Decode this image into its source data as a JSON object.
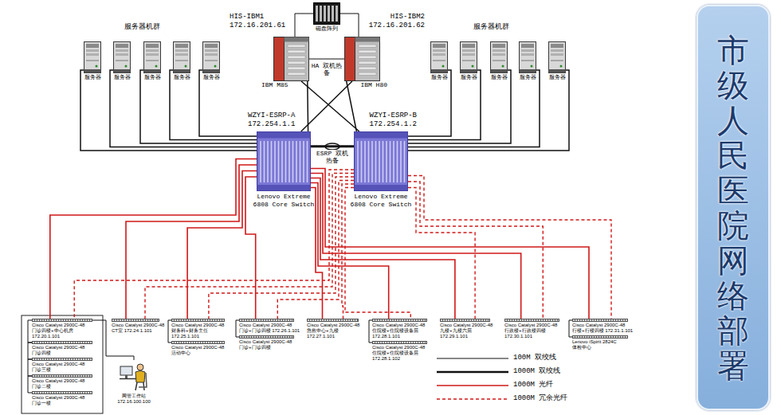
{
  "diagram": {
    "title": "市级人民医院网络部署",
    "nodes": [
      {
        "text": [
          "HIS-IBM1 172.16.201.61",
          "IBM M85"
        ]
      },
      {
        "text": [
          "磁盘阵列"
        ]
      },
      {
        "text": [
          "HIS-IBM2 172.16.201.62",
          "IBM H80"
        ]
      },
      {
        "text": [
          "服务器"
        ]
      },
      {
        "text": [
          "服务器"
        ]
      },
      {
        "text": [
          "服务器"
        ]
      },
      {
        "text": [
          "服务器"
        ]
      },
      {
        "text": [
          "服务器"
        ]
      },
      {
        "text": [
          "服务器"
        ]
      },
      {
        "text": [
          "服务器"
        ]
      },
      {
        "text": [
          "服务器"
        ]
      },
      {
        "text": [
          "服务器"
        ]
      },
      {
        "text": [
          "服务器"
        ]
      },
      {
        "text": [
          "WZYI-ESRP-A 172.254.1.1",
          "Lenovo Extreme 6808 Core Switch"
        ]
      },
      {
        "text": [
          "WZYI-ESRP-B 172.254.1.2",
          "Lenovo Extreme 6808 Core Switch"
        ]
      },
      {
        "text": [
          "Cisco Catalyst 2900C-48",
          "门诊四楼+中心机房 172.20.1.101"
        ]
      },
      {
        "text": [
          "Cisco Catalyst 2900C-48",
          "门诊四楼"
        ]
      },
      {
        "text": [
          "Cisco Catalyst 2900C-48",
          "门诊三楼"
        ]
      },
      {
        "text": [
          "Cisco Catalyst 2900C-48",
          "门诊二楼"
        ]
      },
      {
        "text": [
          "Cisco Catalyst 2900C-48",
          "门诊一楼"
        ]
      },
      {
        "text": [
          "网管工作站 172.16.100.100"
        ]
      },
      {
        "text": [
          "Cisco Catalyst 2900C-48",
          "CT室 172.24.1.101"
        ]
      },
      {
        "text": [
          "Cisco Catalyst 2900C-48",
          "财务科+财务主任 172.25.1.101"
        ]
      },
      {
        "text": [
          "Cisco Catalyst 2900C-48",
          "活动中心"
        ]
      },
      {
        "text": [
          "Cisco Catalyst 2900C-48",
          "门诊+门诊四楼 172.26.1.101"
        ]
      },
      {
        "text": [
          "Cisco Catalyst 2900C-48",
          "门诊+门诊四楼"
        ]
      },
      {
        "text": [
          "Cisco Catalyst 2900C-48",
          "急救中心+九楼 172.27.1.101"
        ]
      },
      {
        "text": [
          "Cisco Catalyst 2900C-48",
          "住院楼+住院楼设备层 172.28.1.101"
        ]
      },
      {
        "text": [
          "Cisco Catalyst 2900C-48",
          "住院楼+住院楼设备层 172.28.1.102"
        ]
      },
      {
        "text": [
          "Cisco Catalyst 2900C-48",
          "九楼+九楼六层 172.29.1.101"
        ]
      },
      {
        "text": [
          "Cisco Catalyst 2900C-48",
          "行政楼+行政楼四楼 172.30.1.101"
        ]
      },
      {
        "text": [
          "Cisco Catalyst 2900C-48",
          "行楼+行楼四楼 172.31.1.101"
        ]
      },
      {
        "text": [
          "Lenovo iSpirit 2824C",
          "体检中心"
        ]
      }
    ],
    "edges": [
      {
        "from": 1,
        "to": 0,
        "arrow": "none"
      },
      {
        "from": 1,
        "to": 2,
        "arrow": "none"
      },
      {
        "from": 0,
        "to": 2,
        "label": "HA 双机热备",
        "arrow": "none"
      },
      {
        "from": 0,
        "to": 13,
        "arrow": "none"
      },
      {
        "from": 0,
        "to": 14,
        "arrow": "none"
      },
      {
        "from": 2,
        "to": 13,
        "arrow": "none"
      },
      {
        "from": 2,
        "to": 14,
        "arrow": "none"
      },
      {
        "from": 13,
        "to": 14,
        "label": "ESRP 双机热备",
        "arrow": "none"
      },
      {
        "from": 3,
        "to": 13,
        "arrow": "none"
      },
      {
        "from": 4,
        "to": 13,
        "arrow": "none"
      },
      {
        "from": 5,
        "to": 13,
        "arrow": "none"
      },
      {
        "from": 6,
        "to": 13,
        "arrow": "none"
      },
      {
        "from": 7,
        "to": 13,
        "arrow": "none"
      },
      {
        "from": 8,
        "to": 14,
        "arrow": "none"
      },
      {
        "from": 9,
        "to": 14,
        "arrow": "none"
      },
      {
        "from": 10,
        "to": 14,
        "arrow": "none"
      },
      {
        "from": 11,
        "to": 14,
        "arrow": "none"
      },
      {
        "from": 12,
        "to": 14,
        "arrow": "none"
      },
      {
        "from": 13,
        "to": 15,
        "arrow": "none"
      },
      {
        "from": 13,
        "to": 21,
        "arrow": "none"
      },
      {
        "from": 13,
        "to": 22,
        "arrow": "none"
      },
      {
        "from": 13,
        "to": 24,
        "arrow": "none"
      },
      {
        "from": 13,
        "to": 26,
        "arrow": "none"
      },
      {
        "from": 13,
        "to": 27,
        "arrow": "none"
      },
      {
        "from": 13,
        "to": 29,
        "arrow": "none"
      },
      {
        "from": 13,
        "to": 30,
        "arrow": "none"
      },
      {
        "from": 13,
        "to": 31,
        "arrow": "none"
      },
      {
        "from": 14,
        "to": 15,
        "arrow": "none"
      },
      {
        "from": 14,
        "to": 21,
        "arrow": "none"
      },
      {
        "from": 14,
        "to": 22,
        "arrow": "none"
      },
      {
        "from": 14,
        "to": 24,
        "arrow": "none"
      },
      {
        "from": 14,
        "to": 26,
        "arrow": "none"
      },
      {
        "from": 14,
        "to": 27,
        "arrow": "none"
      },
      {
        "from": 14,
        "to": 29,
        "arrow": "none"
      },
      {
        "from": 14,
        "to": 30,
        "arrow": "none"
      },
      {
        "from": 14,
        "to": 31,
        "arrow": "none"
      },
      {
        "from": 15,
        "to": 16,
        "arrow": "none"
      },
      {
        "from": 16,
        "to": 17,
        "arrow": "none"
      },
      {
        "from": 17,
        "to": 18,
        "arrow": "none"
      },
      {
        "from": 18,
        "to": 19,
        "arrow": "none"
      },
      {
        "from": 15,
        "to": 20,
        "arrow": "none"
      },
      {
        "from": 22,
        "to": 23,
        "arrow": "none"
      },
      {
        "from": 24,
        "to": 25,
        "arrow": "none"
      },
      {
        "from": 27,
        "to": 28,
        "arrow": "none"
      },
      {
        "from": 31,
        "to": 32,
        "arrow": "none"
      }
    ],
    "labels": [
      "服务器机群",
      "服务器机群"
    ],
    "legend": [
      {
        "text": "100M 双绞线"
      },
      {
        "text": "1000M 双绞线"
      },
      {
        "text": "1000M 光纤"
      },
      {
        "text": "1000M 冗余光纤"
      }
    ]
  }
}
